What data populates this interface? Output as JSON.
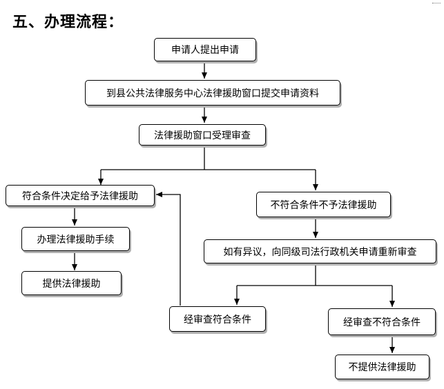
{
  "heading": "五、办理流程：",
  "nodes": {
    "apply": "申请人提出申请",
    "submit": "到县公共法律服务中心法律援助窗口提交申请资料",
    "review": "法律援助窗口受理审查",
    "approve": "符合条件决定给予法律援助",
    "reject": "不符合条件不予法律援助",
    "procedures": "办理法律援助手续",
    "provide": "提供法律援助",
    "appeal": "如有异议，向同级司法行政机关申请重新审查",
    "recheck_pass": "经审查符合条件",
    "recheck_fail": "经审查不符合条件",
    "no_aid": "不提供法律援助"
  }
}
